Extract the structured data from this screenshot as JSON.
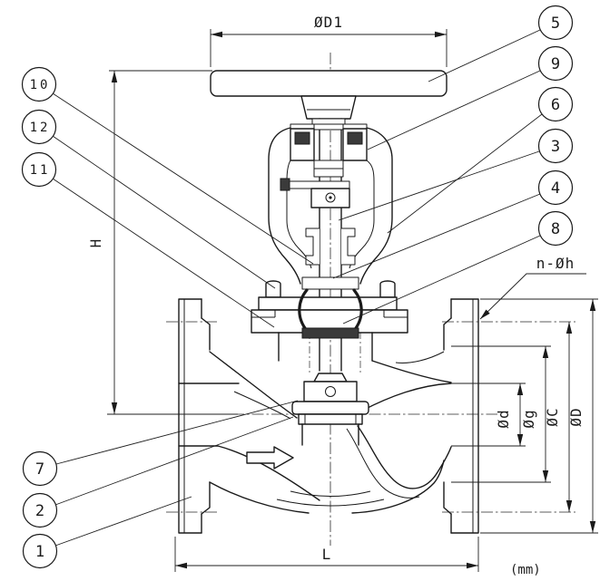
{
  "drawing": {
    "type": "globe-valve-sectional-drawing",
    "unit_note": "(mm)",
    "line_color": "#1a1a1a",
    "background": "#ffffff"
  },
  "dimension_labels": {
    "handwheel_diameter": "ØD1",
    "height": "H",
    "face_to_face": "L",
    "bore_diameter": "Ød",
    "raised_face_diameter": "Øg",
    "bolt_circle_diameter": "ØC",
    "flange_diameter": "ØD",
    "bolt_holes": "n-Øh"
  },
  "balloons": {
    "b1": "1",
    "b2": "2",
    "b3": "3",
    "b4": "4",
    "b5": "5",
    "b6": "6",
    "b7": "7",
    "b8": "8",
    "b9": "9",
    "b10": "10",
    "b11": "11",
    "b12": "12"
  }
}
